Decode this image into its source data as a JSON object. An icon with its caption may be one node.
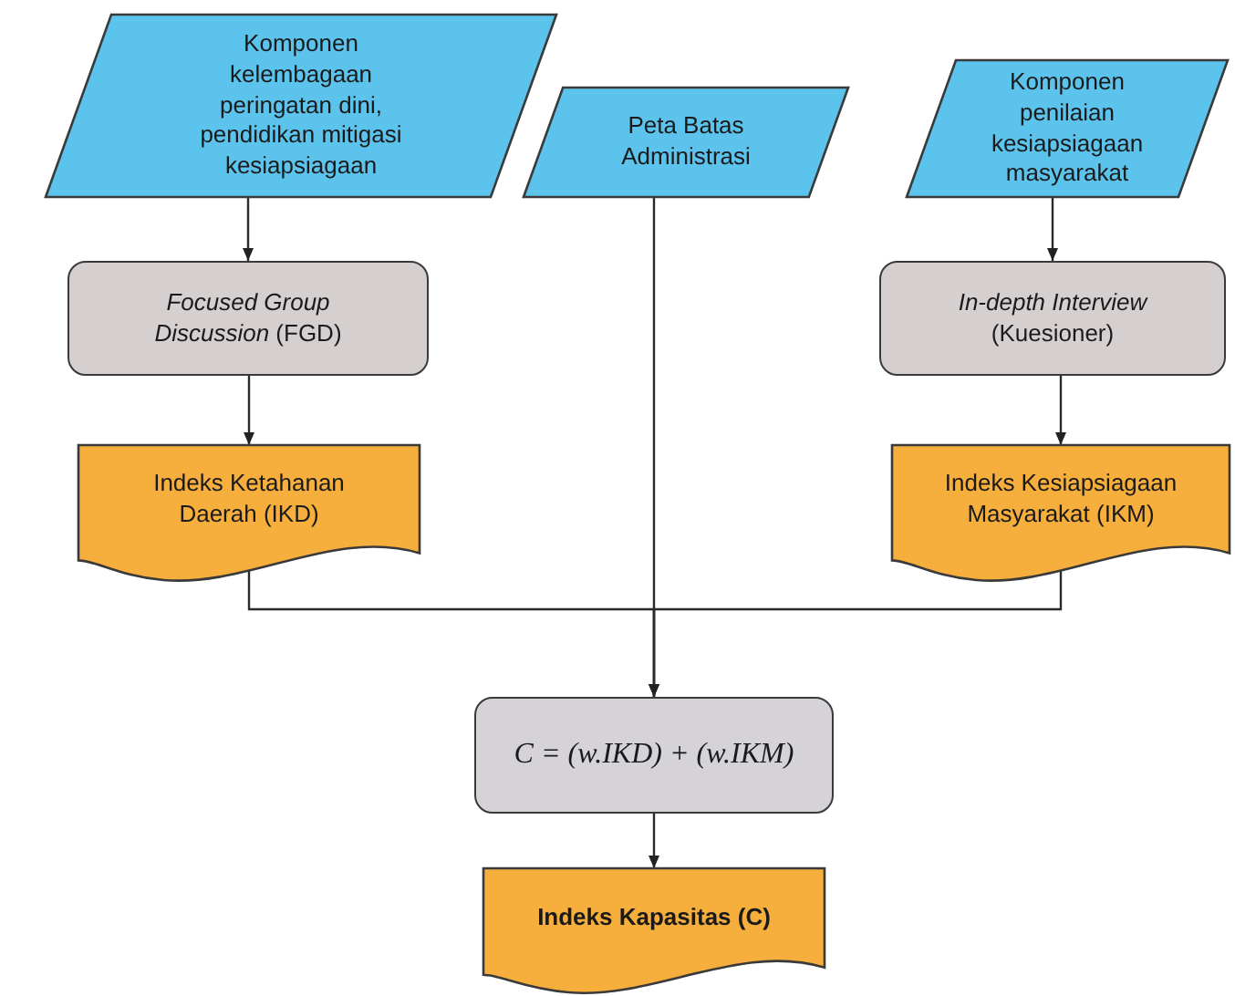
{
  "diagram": {
    "nodes": [
      {
        "text": [
          "Komponen kelembagaan peringatan dini, pendidikan mitigasi kesiapsiagaan"
        ]
      },
      {
        "text": [
          "Peta Batas Administrasi"
        ]
      },
      {
        "text": [
          "Komponen penilaian kesiapsiagaan masyarakat"
        ]
      },
      {
        "text": [
          "*Focused Group Discussion* (FGD)"
        ]
      },
      {
        "text": [
          "*In-depth Interview* (Kuesioner)"
        ]
      },
      {
        "text": [
          "Indeks Ketahanan Daerah (IKD)"
        ]
      },
      {
        "text": [
          "Indeks Kesiapsiagaan Masyarakat (IKM)"
        ]
      },
      {
        "text": [
          "C = (w.IKD) + (w.IKM)"
        ]
      },
      {
        "text": [
          "Indeks Kapasitas (C)"
        ]
      }
    ],
    "edges": [
      {
        "from": 0,
        "to": 3,
        "arrow": "to"
      },
      {
        "from": 2,
        "to": 4,
        "arrow": "to"
      },
      {
        "from": 3,
        "to": 5,
        "arrow": "to"
      },
      {
        "from": 4,
        "to": 6,
        "arrow": "to"
      },
      {
        "from": 1,
        "to": 7,
        "arrow": "to"
      },
      {
        "from": 5,
        "to": 7,
        "arrow": "to"
      },
      {
        "from": 6,
        "to": 7,
        "arrow": "to"
      },
      {
        "from": 7,
        "to": 8,
        "arrow": "to"
      }
    ]
  }
}
